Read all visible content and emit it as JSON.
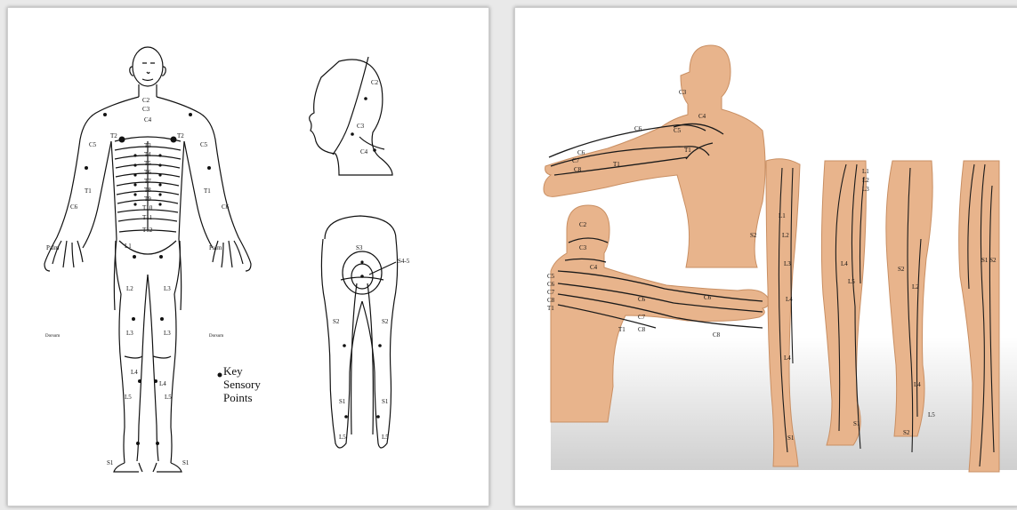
{
  "left": {
    "key_lines": [
      "Key",
      "Sensory",
      "Points"
    ],
    "front_labels": {
      "c2": "C2",
      "c3": "C3",
      "c4": "C4",
      "t2a": "T2",
      "t2b": "T2",
      "t3": "T3",
      "t4": "T4",
      "t5": "T5",
      "t6": "T6",
      "t7": "T7",
      "t8": "T8",
      "t9": "T9",
      "t10": "T10",
      "t11": "T11",
      "t12": "T12",
      "c5a": "C5",
      "c5b": "C5",
      "c6a": "C6",
      "c6b": "C6",
      "t1a": "T1",
      "t1b": "T1",
      "palm_a": "Palm",
      "palm_b": "Palm",
      "dorsum_a": "Dorsum",
      "dorsum_b": "Dorsum",
      "l1": "L1",
      "l2a": "L2",
      "l2b": "L3",
      "l3": "L3",
      "l4a": "L4",
      "l4b": "L4",
      "l5a": "L5",
      "l5b": "L5",
      "s1a": "S1",
      "s1b": "S1"
    },
    "head_labels": {
      "c2": "C2",
      "c3": "C3",
      "c4": "C4"
    },
    "back_labels": {
      "s3": "S3",
      "s45": "S4-5",
      "s2a": "S2",
      "s2b": "S2",
      "s1a": "S1",
      "s1b": "S1",
      "l5a": "L5",
      "l5b": "L5"
    }
  },
  "right": {
    "arm_labels": {
      "c3": "C3",
      "c4": "C4",
      "c5": "C5",
      "c6": "C6",
      "c6b": "C6",
      "c7": "C7",
      "c8": "C8",
      "t1": "T1",
      "t1b": "T1"
    },
    "back_labels": {
      "c2": "C2",
      "c3": "C3",
      "c4": "C4",
      "c5": "C5",
      "c6": "C6",
      "c7": "C7",
      "c8": "C8",
      "t1": "T1",
      "c6r": "C6",
      "c7r": "C7",
      "c8r": "C8",
      "t1r": "T1",
      "c6e": "C6",
      "c8e": "C8"
    },
    "leg_labels": {
      "l1": "L1",
      "l2": "L2",
      "l3": "L3",
      "l4": "L4",
      "l5": "L5",
      "s1": "S1",
      "s2": "S2",
      "l1b": "L1",
      "l2b": "L2",
      "l3b": "L3",
      "l4b": "L4",
      "l5b": "L5",
      "s1b": "S1",
      "s2b": "S2",
      "s2c": "S1 S2"
    }
  },
  "colors": {
    "skin": "#e8b48c",
    "skin_dark": "#d79a6e",
    "line": "#1a1a1a",
    "ground": "#dcdcdc"
  }
}
